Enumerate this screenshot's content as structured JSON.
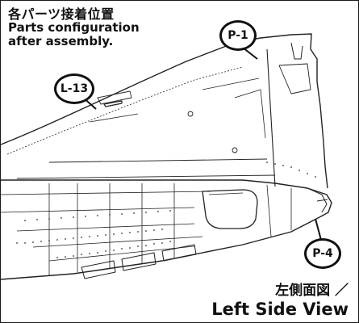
{
  "title": {
    "japanese": "各パーツ接着位置",
    "english_line1": "Parts configuration",
    "english_line2": "after assembly."
  },
  "callouts": [
    {
      "id": "p1",
      "label": "P-1"
    },
    {
      "id": "l13",
      "label": "L-13"
    },
    {
      "id": "p4",
      "label": "P-4"
    }
  ],
  "view": {
    "japanese": "左側面図 ／",
    "english": "Left Side View"
  }
}
